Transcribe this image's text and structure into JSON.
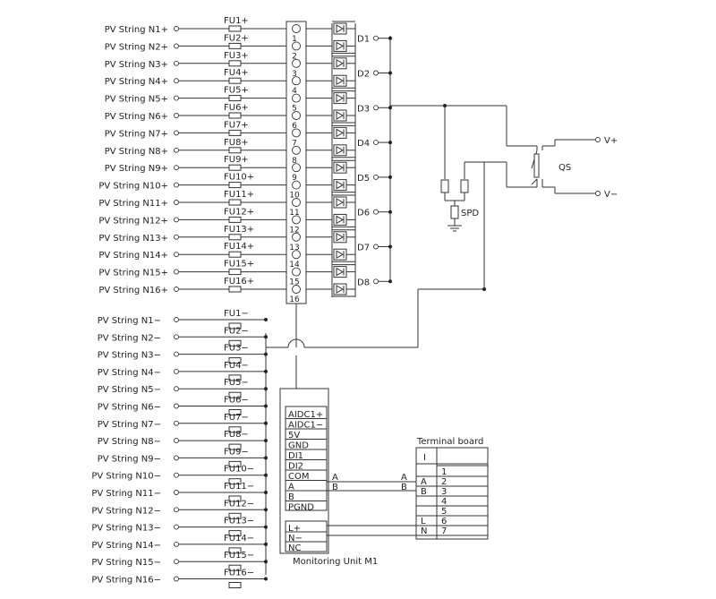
{
  "positive_strings": [
    "PV String N1+",
    "PV String N2+",
    "PV String N3+",
    "PV String N4+",
    "PV String N5+",
    "PV String N6+",
    "PV String N7+",
    "PV String N8+",
    "PV String N9+",
    "PV String N10+",
    "PV String N11+",
    "PV String N12+",
    "PV String N13+",
    "PV String N14+",
    "PV String N15+",
    "PV String N16+"
  ],
  "positive_fuses": [
    "FU1+",
    "FU2+",
    "FU3+",
    "FU4+",
    "FU5+",
    "FU6+",
    "FU7+",
    "FU8+",
    "FU9+",
    "FU10+",
    "FU11+",
    "FU12+",
    "FU13+",
    "FU14+",
    "FU15+",
    "FU16+"
  ],
  "terminal_numbers": [
    "1",
    "2",
    "3",
    "4",
    "5",
    "6",
    "7",
    "8",
    "9",
    "10",
    "11",
    "12",
    "13",
    "14",
    "15",
    "16"
  ],
  "diodes": [
    "D1",
    "D2",
    "D3",
    "D4",
    "D5",
    "D6",
    "D7",
    "D8"
  ],
  "negative_strings": [
    "PV String N1−",
    "PV String N2−",
    "PV String N3−",
    "PV String N4−",
    "PV String N5−",
    "PV String N6−",
    "PV String N7−",
    "PV String N8−",
    "PV String N9−",
    "PV String N10−",
    "PV String N11−",
    "PV String N12−",
    "PV String N13−",
    "PV String N14−",
    "PV String N15−",
    "PV String N16−"
  ],
  "negative_fuses": [
    "FU1−",
    "FU2−",
    "FU3−",
    "FU4−",
    "FU5−",
    "FU6−",
    "FU7−",
    "FU8−",
    "FU9−",
    "FU10−",
    "FU11−",
    "FU12−",
    "FU13−",
    "FU14−",
    "FU15−",
    "FU16−"
  ],
  "outputs": {
    "positive": "V+",
    "negative": "V−"
  },
  "switch_label": "QS",
  "spd_label": "SPD",
  "monitoring_unit": {
    "title": "Monitoring Unit M1",
    "terminals_top": [
      "AIDC1+",
      "AIDC1−",
      "5V",
      "GND",
      "DI1",
      "DI2",
      "COM",
      "A",
      "B",
      "PGND"
    ],
    "terminals_bottom": [
      "L+",
      "N−",
      "NC"
    ]
  },
  "bus_labels": {
    "a_left": "A",
    "b_left": "B",
    "a_right": "A",
    "b_right": "B"
  },
  "terminal_board": {
    "title": "Terminal board",
    "header": "I",
    "signals": [
      "",
      "A",
      "B",
      "",
      "",
      "L",
      "N"
    ],
    "numbers": [
      "1",
      "2",
      "3",
      "4",
      "5",
      "6",
      "7"
    ]
  }
}
